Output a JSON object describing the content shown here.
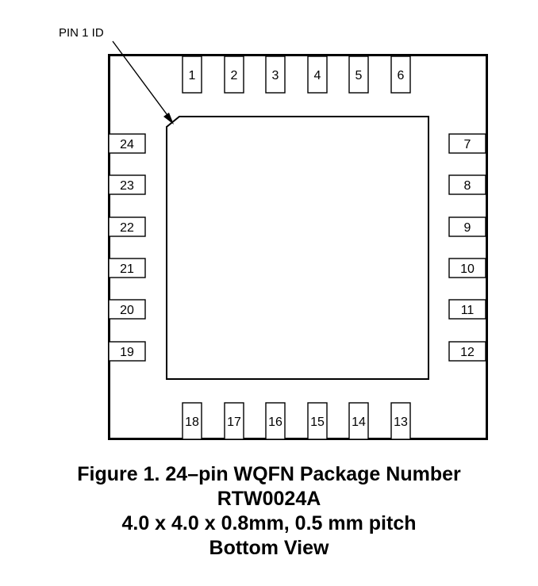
{
  "pin1_label": "PIN 1 ID",
  "pins": {
    "top": [
      "1",
      "2",
      "3",
      "4",
      "5",
      "6"
    ],
    "right": [
      "7",
      "8",
      "9",
      "10",
      "11",
      "12"
    ],
    "bottom": [
      "18",
      "17",
      "16",
      "15",
      "14",
      "13"
    ],
    "left": [
      "24",
      "23",
      "22",
      "21",
      "20",
      "19"
    ]
  },
  "caption": {
    "line1": "Figure 1.  24–pin WQFN Package Number",
    "line2": "RTW0024A",
    "line3": "4.0 x 4.0 x 0.8mm, 0.5 mm pitch",
    "line4": "Bottom View"
  }
}
